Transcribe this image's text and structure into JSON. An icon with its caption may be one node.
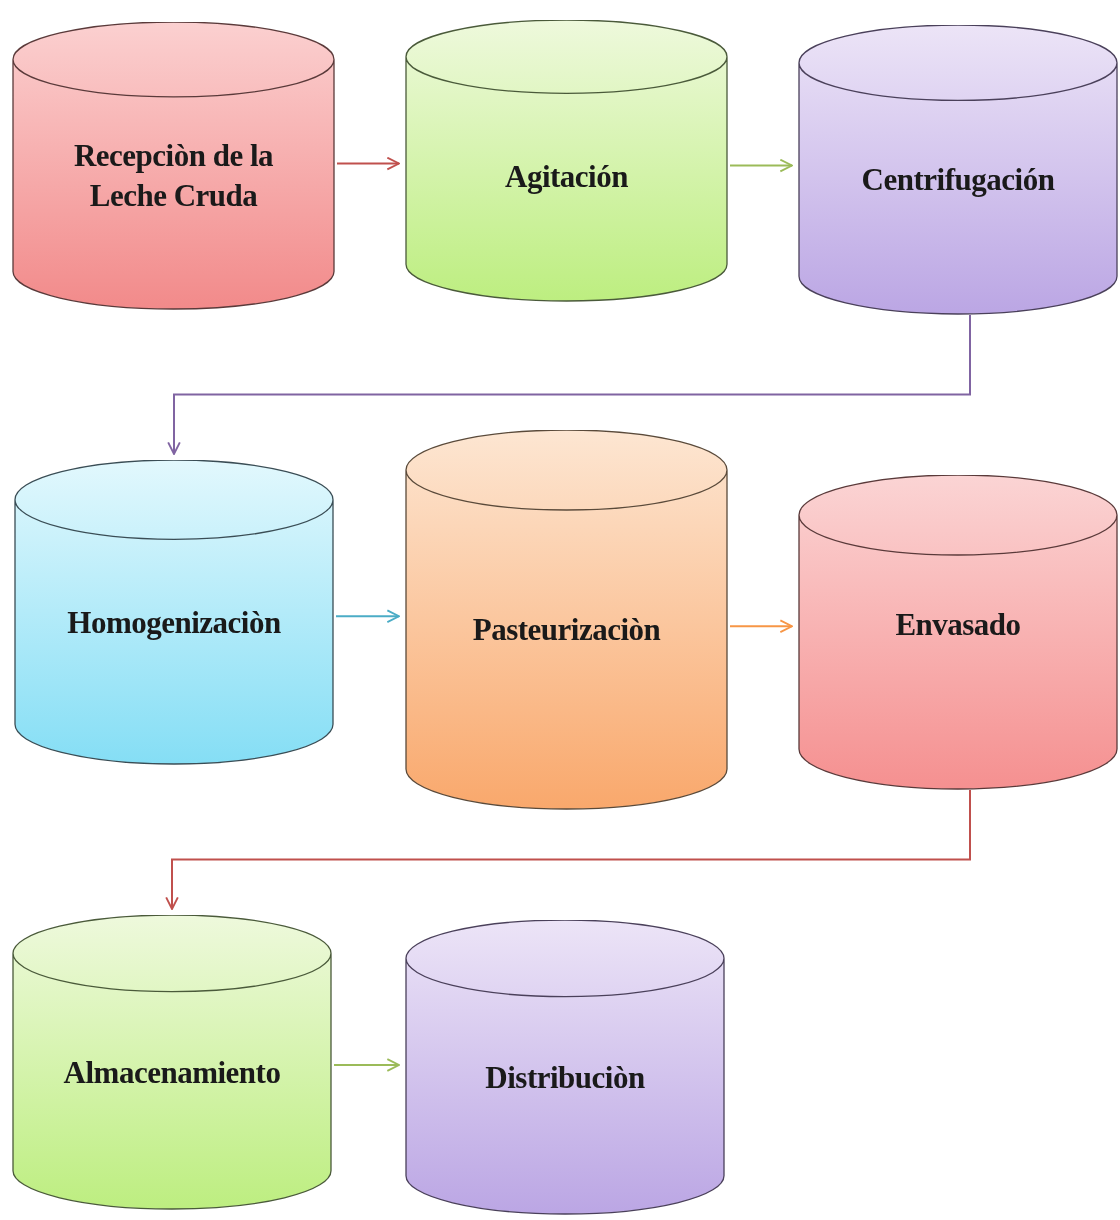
{
  "diagram": {
    "nodes": [
      {
        "text": [
          "Recepciòn de la Leche Cruda"
        ]
      },
      {
        "text": [
          "Agitación"
        ]
      },
      {
        "text": [
          "Centrifugación"
        ]
      },
      {
        "text": [
          "Homogenizaciòn"
        ]
      },
      {
        "text": [
          "Pasteurizaciòn"
        ]
      },
      {
        "text": [
          "Envasado"
        ]
      },
      {
        "text": [
          "Almacenamiento"
        ]
      },
      {
        "text": [
          "Distribuciòn"
        ]
      }
    ],
    "edges": [
      {
        "from": 0,
        "to": 1,
        "arrow": "to",
        "color": "#c0504d"
      },
      {
        "from": 1,
        "to": 2,
        "arrow": "to",
        "color": "#9bbb59"
      },
      {
        "from": 2,
        "to": 3,
        "arrow": "to",
        "color": "#8064a2"
      },
      {
        "from": 3,
        "to": 4,
        "arrow": "to",
        "color": "#4bacc6"
      },
      {
        "from": 4,
        "to": 5,
        "arrow": "to",
        "color": "#f79646"
      },
      {
        "from": 5,
        "to": 6,
        "arrow": "to",
        "color": "#c0504d"
      },
      {
        "from": 6,
        "to": 7,
        "arrow": "to",
        "color": "#9bbb59"
      }
    ]
  }
}
